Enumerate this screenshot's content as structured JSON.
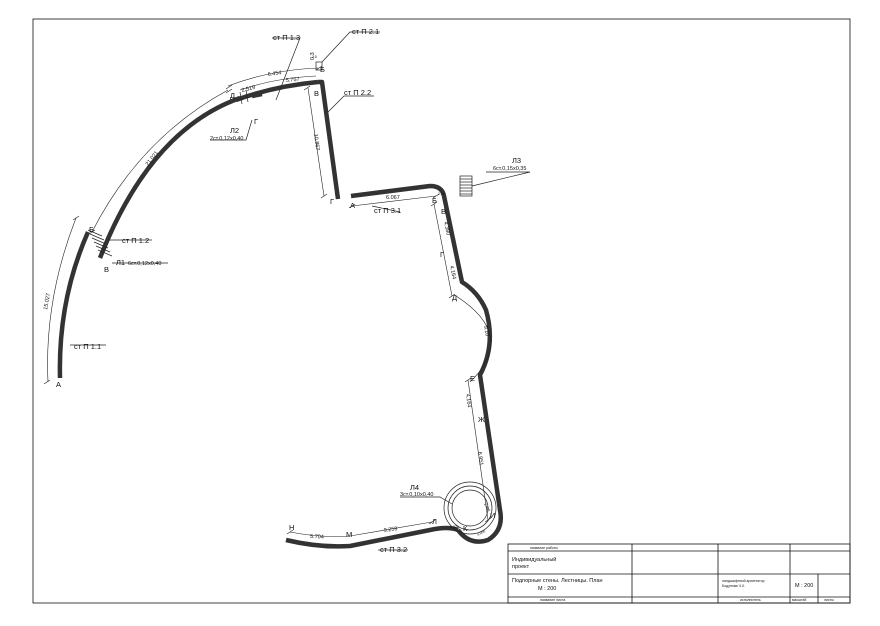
{
  "labels": {
    "st_p11": "ст П 1.1",
    "st_p12": "ст П 1.2",
    "st_p13": "ст П 1.3",
    "st_p21": "ст П 2.1",
    "st_p22": "ст П 2.2",
    "st_p31": "ст П 3.1",
    "st_p32": "ст П 3.2",
    "l1": "Л1",
    "l1_spec": "6ст.0,12х0,40",
    "l2": "Л2",
    "l2_spec": "2ст.0,12х0,40",
    "l3": "Л3",
    "l3_spec": "6ст.0,15х0,35",
    "l4": "Л4",
    "l4_spec": "3ст.0,10х0,40"
  },
  "points": {
    "A": "А",
    "B1": "В",
    "E1": "Б",
    "G1": "Г",
    "D1": "Д",
    "B2": "В",
    "B3": "Б",
    "G2": "Г",
    "A2": "А",
    "B4": "Б",
    "V4": "В",
    "G4": "Г",
    "D4": "Д",
    "E4": "Е",
    "Zh4": "Ж",
    "I4": "И",
    "K4": "К",
    "L4": "Л",
    "M4": "М",
    "N4": "Н"
  },
  "dimensions": {
    "d1": "15.027",
    "d2": "21.021",
    "d3": "2.519",
    "d4": "6.454",
    "d5": "5.757",
    "d6": "0.3",
    "d7": "10.867",
    "d8": "6.067",
    "d9": "2.06",
    "d10": "4.380",
    "d11": "4.164",
    "d12": "9.10",
    "d13": "4.164",
    "d14": "6.951",
    "d15": "2.488",
    "d16": "4.956",
    "d17": "1.076",
    "d18": "9.259",
    "d19": "5.704",
    "d20": "2.5"
  },
  "title_block": {
    "work_name_header": "название работы",
    "project_line1": "Индивидуальный",
    "project_line2": "проект",
    "sheet_title": "Подпорные стены. Лестницы. План",
    "scale_small": "М : 200",
    "architect_line1": "ландшафтный архитектор",
    "architect_line2": "Бодунова Ч.Х.",
    "scale_big": "М : 200",
    "sheet_name_label": "название листа",
    "executor_label": "исполнитель",
    "scale_label": "масштаб",
    "sheet_label": "листы"
  }
}
